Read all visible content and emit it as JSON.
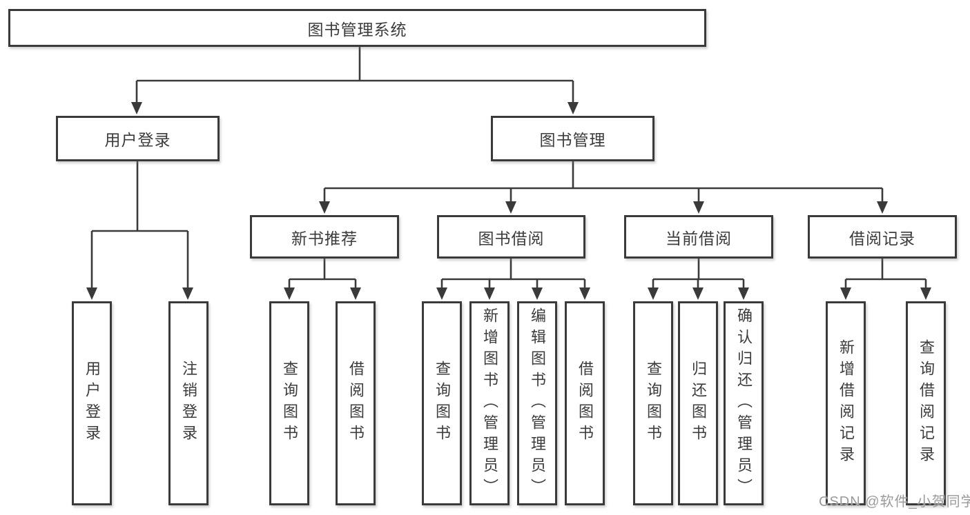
{
  "diagram": {
    "root": {
      "label": "图书管理系统"
    },
    "level2": [
      {
        "label": "用户登录",
        "children": [
          {
            "label": "用户登录"
          },
          {
            "label": "注销登录"
          }
        ]
      },
      {
        "label": "图书管理",
        "children": [
          {
            "label": "新书推荐",
            "children": [
              {
                "label": "查询图书"
              },
              {
                "label": "借阅图书"
              }
            ]
          },
          {
            "label": "图书借阅",
            "children": [
              {
                "label": "查询图书"
              },
              {
                "label": "新增图书（管理员）"
              },
              {
                "label": "编辑图书（管理员）"
              },
              {
                "label": "借阅图书"
              }
            ]
          },
          {
            "label": "当前借阅",
            "children": [
              {
                "label": "查询图书"
              },
              {
                "label": "归还图书"
              },
              {
                "label": "确认归还（管理员）"
              }
            ]
          },
          {
            "label": "借阅记录",
            "children": [
              {
                "label": "新增借阅记录"
              },
              {
                "label": "查询借阅记录"
              }
            ]
          }
        ]
      }
    ],
    "watermark": "CSDN @软件_小贺同学",
    "colors": {
      "line": "#3a3a3a",
      "border": "#3a3a3a",
      "text": "#3b3b3b",
      "watermark": "#9a9a9a",
      "background": "#ffffff"
    }
  }
}
